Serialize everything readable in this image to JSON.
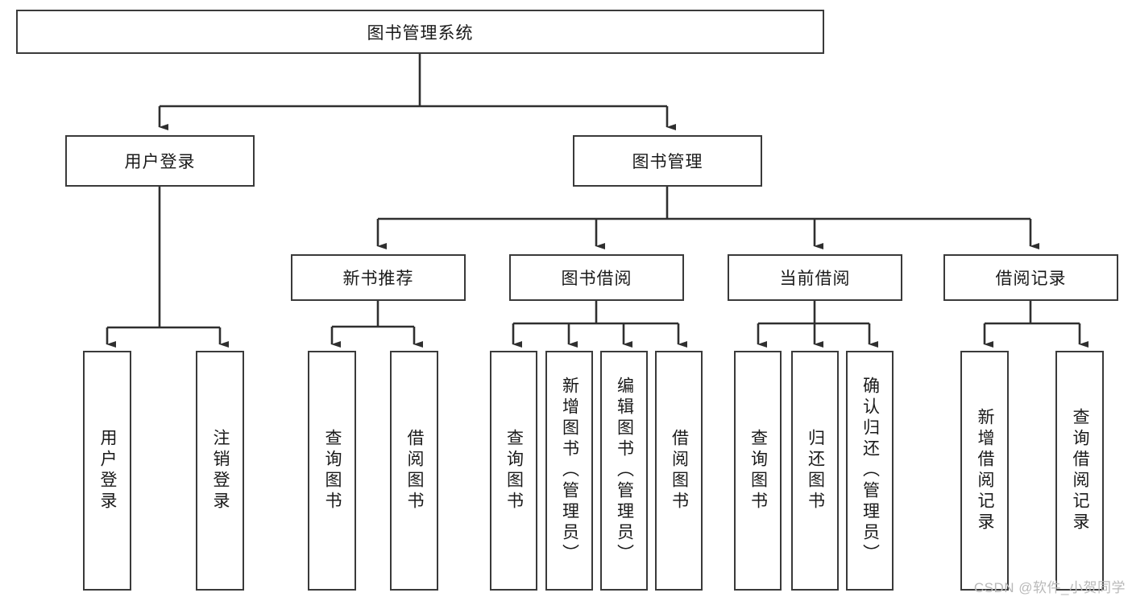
{
  "diagram": {
    "type": "tree",
    "title": "图书管理系统",
    "orientation": "top-down",
    "colors": {
      "border": "#3a3a3a",
      "background": "#ffffff",
      "text": "#1a1a1a",
      "watermark": "#b9b9b9"
    },
    "root": {
      "label": "图书管理系统"
    },
    "level1": [
      {
        "label": "用户登录"
      },
      {
        "label": "图书管理"
      }
    ],
    "level2": [
      {
        "label": "新书推荐"
      },
      {
        "label": "图书借阅"
      },
      {
        "label": "当前借阅"
      },
      {
        "label": "借阅记录"
      }
    ],
    "leaves": {
      "user_login": [
        {
          "label": "用户登录"
        },
        {
          "label": "注销登录"
        }
      ],
      "new_book_recommend": [
        {
          "label": "查询图书"
        },
        {
          "label": "借阅图书"
        }
      ],
      "book_borrow": [
        {
          "label": "查询图书"
        },
        {
          "label": "新增图书（管理员）"
        },
        {
          "label": "编辑图书（管理员）"
        },
        {
          "label": "借阅图书"
        }
      ],
      "current_borrow": [
        {
          "label": "查询图书"
        },
        {
          "label": "归还图书"
        },
        {
          "label": "确认归还（管理员）"
        }
      ],
      "borrow_record": [
        {
          "label": "新增借阅记录"
        },
        {
          "label": "查询借阅记录"
        }
      ]
    }
  },
  "watermark": {
    "text": "CSDN @软件_小贺同学"
  }
}
